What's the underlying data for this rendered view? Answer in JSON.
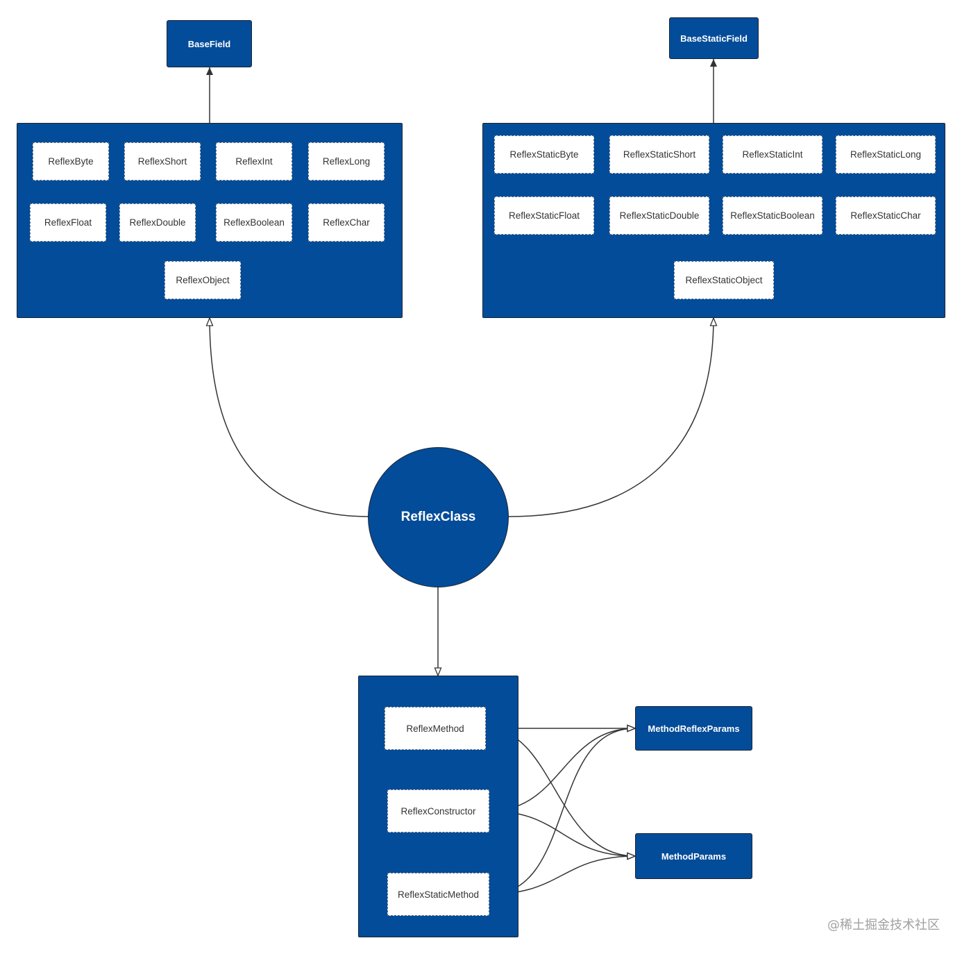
{
  "nodes": {
    "base_field": "BaseField",
    "base_static_field": "BaseStaticField",
    "reflex_class": "ReflexClass",
    "method_reflex_params": "MethodReflexParams",
    "method_params": "MethodParams"
  },
  "field_group": [
    "ReflexByte",
    "ReflexShort",
    "ReflexInt",
    "ReflexLong",
    "ReflexFloat",
    "ReflexDouble",
    "ReflexBoolean",
    "ReflexChar",
    "ReflexObject"
  ],
  "static_field_group": [
    "ReflexStaticByte",
    "ReflexStaticShort",
    "ReflexStaticInt",
    "ReflexStaticLong",
    "ReflexStaticFloat",
    "ReflexStaticDouble",
    "ReflexStaticBoolean",
    "ReflexStaticChar",
    "ReflexStaticObject"
  ],
  "method_group": [
    "ReflexMethod",
    "ReflexConstructor",
    "ReflexStaticMethod"
  ],
  "watermark": "@稀土掘金技术社区",
  "colors": {
    "node_fill": "#034c99",
    "edge": "#333333",
    "class_border": "#5a6b80"
  }
}
